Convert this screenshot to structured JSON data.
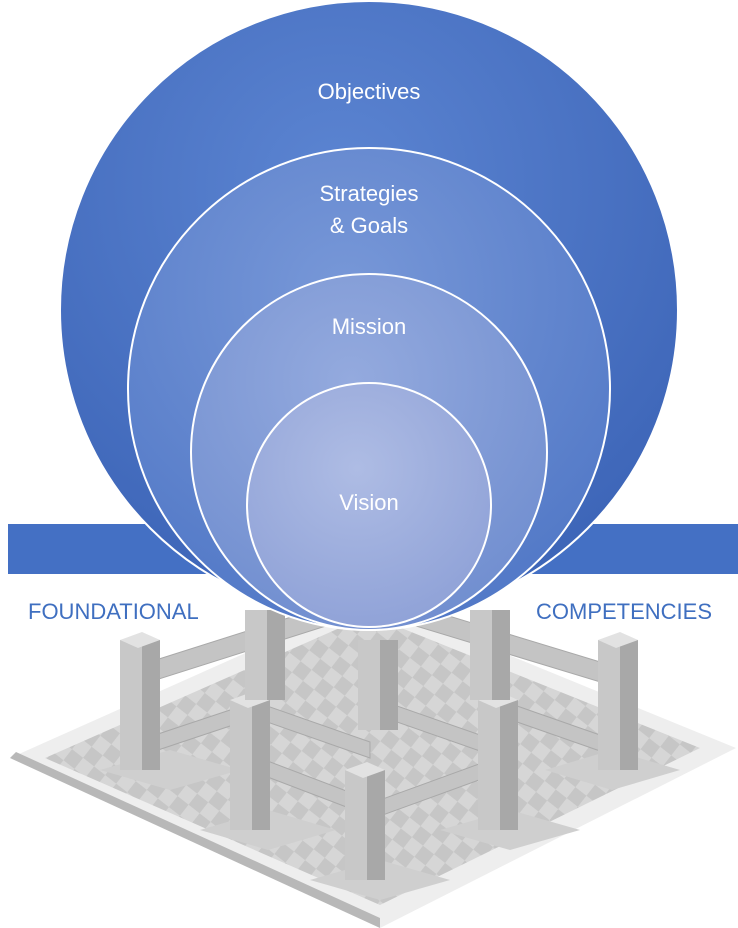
{
  "diagram": {
    "circles": [
      {
        "id": "objectives",
        "lines": [
          "Objectives"
        ]
      },
      {
        "id": "strategies",
        "lines": [
          "Strategies",
          "& Goals"
        ]
      },
      {
        "id": "mission",
        "lines": [
          "Mission"
        ]
      },
      {
        "id": "vision",
        "lines": [
          "Vision"
        ]
      }
    ],
    "side_labels": {
      "left": "FOUNDATIONAL",
      "right": "COMPETENCIES"
    },
    "colors": {
      "objectives": "#4d78c8",
      "strategies": "#6a8fd3",
      "mission": "#879fd6",
      "vision": "#a3b1de",
      "band": "#4470c4",
      "label": "#3f6fc0",
      "base": "#d4d4d4",
      "pillar": "#bfbfbf"
    }
  }
}
